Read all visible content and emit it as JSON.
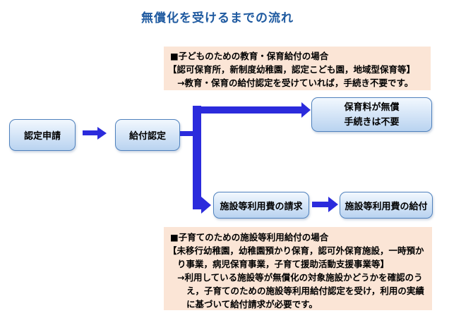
{
  "title": {
    "text": "無償化を受けるまでの流れ"
  },
  "colors": {
    "title_color": "#1F5AA0",
    "arrow_blue": "#2B2BDC",
    "box_border": "#4F81BD",
    "box_fill_top": "#F2F8FE",
    "box_fill_bottom": "#B9D3F0",
    "note_bg": "#FBE5D6",
    "text": "#000000"
  },
  "flow": {
    "apply": {
      "label": "認定申請"
    },
    "certify": {
      "label": "給付認定"
    },
    "free": {
      "line1": "保育料が無償",
      "line2": "手続きは不要"
    },
    "claim": {
      "label": "施設等利用費の請求"
    },
    "payment": {
      "label": "施設等利用費の給付"
    }
  },
  "notes": {
    "top": {
      "lines": [
        "■子どものための教育・保育給付の場合",
        "【認可保育所，新制度幼稚園，認定こども園，地域型保育等】",
        "→教育・保育の給付認定を受けていれば，手続き不要です。"
      ]
    },
    "bottom": {
      "lines": [
        "■子育てのための施設等利用給付の場合",
        "【未移行幼稚園，幼稚園預かり保育，認可外保育施設，一時預か",
        "り事業，病児保育事業，子育て援助活動支援事業等】",
        "→利用している施設等が無償化の対象施設かどうかを確認のう",
        "え，子育てのための施設等利用給付認定を受け，利用の実績",
        "に基づいて給付請求が必要です。"
      ]
    }
  }
}
